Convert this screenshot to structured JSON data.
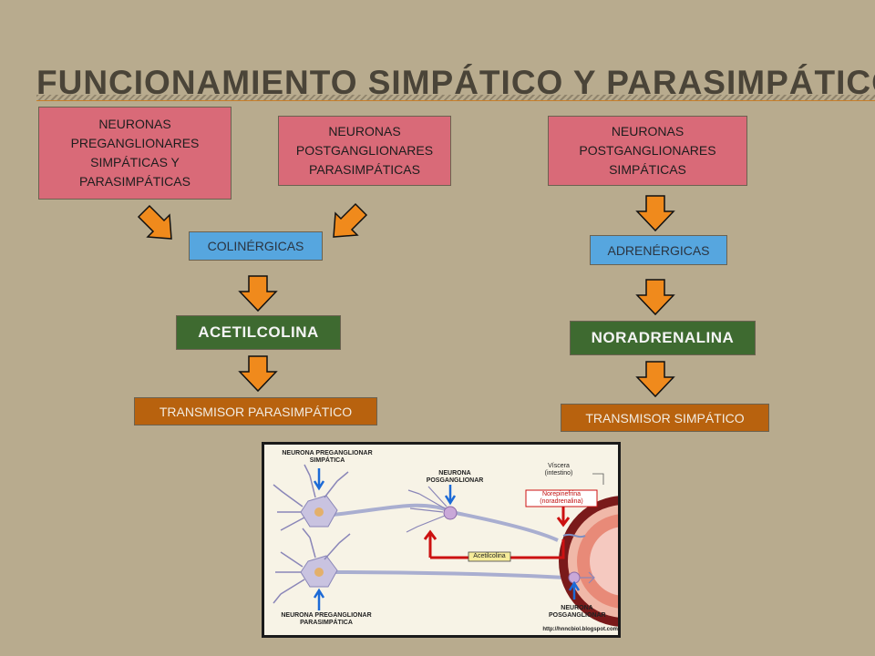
{
  "title": "Funcionamiento simpático y parasimpático",
  "boxes": {
    "pre": "NEURONAS PREGANGLIONARES SIMPÁTICAS Y PARASIMPÁTICAS",
    "post_para": "NEURONAS POSTGANGLIONARES PARASIMPÁTICAS",
    "post_simp": "NEURONAS POSTGANGLIONARES SIMPÁTICAS",
    "colinergicas": "COLINÉRGICAS",
    "adrenergicas": "ADRENÉRGICAS",
    "acetilcolina": "ACETILCOLINA",
    "noradrenalina": "NORADRENALINA",
    "transmisor_para": "TRANSMISOR PARASIMPÁTICO",
    "transmisor_simp": "TRANSMISOR SIMPÁTICO"
  },
  "illustration": {
    "pre_simp": "NEURONA PREGANGLIONAR SIMPÁTICA",
    "posganglionar_top": "NEURONA POSGANGLIONAR",
    "viscera": "Víscera (intestino)",
    "norepinefrina": "Norepinefrina (noradrenalina)",
    "acetilcolina": "Acetilcolina",
    "pre_para": "NEURONA PREGANGLIONAR PARASIMPÁTICA",
    "posganglionar_bottom": "NEURONA POSGANGLIONAR",
    "url": "http://hnncbiol.blogspot.com"
  },
  "colors": {
    "pink": "#d96a78",
    "blue": "#56a6df",
    "green": "#3e6a30",
    "brown": "#b8620e",
    "arrow": "#f08a1c",
    "background": "#b8ab8e"
  }
}
